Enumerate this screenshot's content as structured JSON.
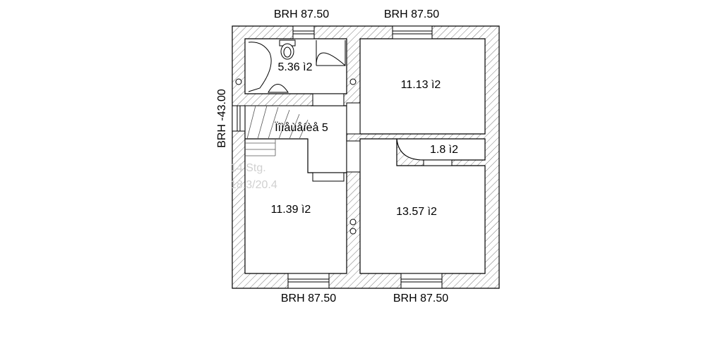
{
  "dimensions": {
    "top_left": "BRH 87.50",
    "top_right": "BRH 87.50",
    "bottom_left": "BRH 87.50",
    "bottom_right": "BRH 87.50",
    "left": "BRH -43.00"
  },
  "rooms": {
    "bathroom": "5.36 ì2",
    "top_right": "11.13 ì2",
    "hall": "Ïîìåùåíèå 5",
    "closet": "1.8 ì2",
    "bottom_left": "11.39 ì2",
    "bottom_right": "13.57 ì2"
  },
  "stairs": {
    "line1": "14 Stg.",
    "line2": "18.3/20.4"
  },
  "colors": {
    "wall_line": "#000000",
    "wall_hatch": "#7a7a7a",
    "stair_text": "#d0d0d0",
    "background": "#ffffff"
  }
}
